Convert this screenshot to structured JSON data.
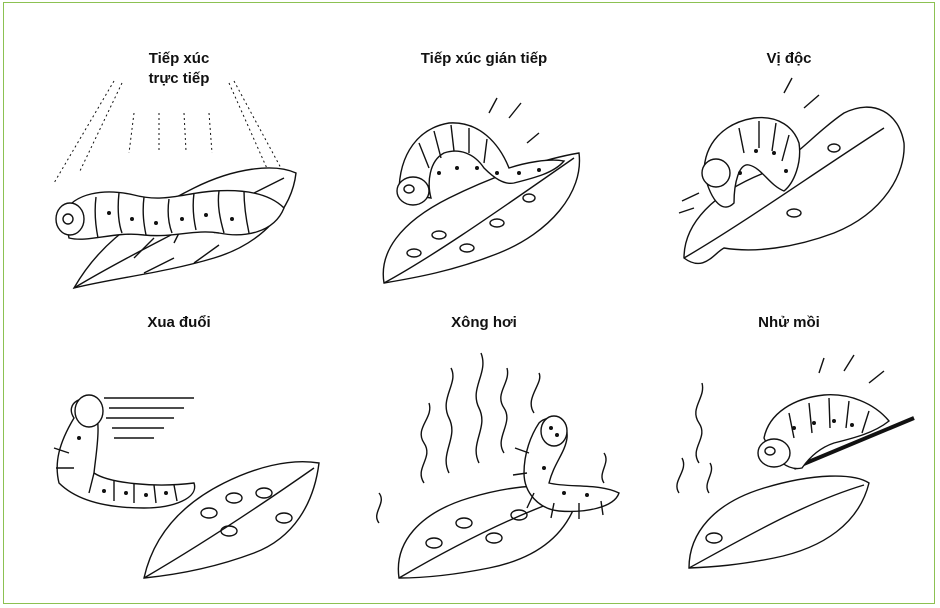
{
  "panels": [
    {
      "id": "contact-direct",
      "label_line1": "Tiếp xúc",
      "label_line2": "trực tiếp"
    },
    {
      "id": "contact-indirect",
      "label": "Tiếp xúc gián tiếp"
    },
    {
      "id": "stomach-poison",
      "label": "Vị độc"
    },
    {
      "id": "repellent",
      "label": "Xua đuổi"
    },
    {
      "id": "fumigant",
      "label": "Xông hơi"
    },
    {
      "id": "attractant-bait",
      "label": "Nhử mồi"
    }
  ],
  "colors": {
    "border": "#8cc152",
    "ink": "#111111"
  }
}
